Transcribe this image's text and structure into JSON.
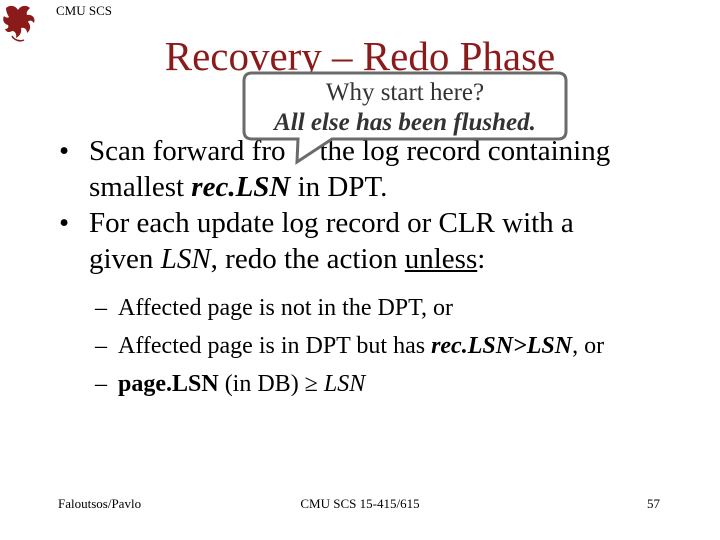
{
  "header": {
    "org": "CMU SCS"
  },
  "slide": {
    "title": "Recovery – Redo Phase",
    "callout": {
      "line1": "Why start here?",
      "line2": "All else has been flushed."
    },
    "bullet1": {
      "text_a": "Scan forward fro",
      "text_b": "the log record containing",
      "text_c": "smallest",
      "term": "rec.LSN",
      "text_d": "in DPT."
    },
    "bullet2": {
      "text_a": "For each update log record or CLR with a",
      "text_b": "given",
      "term": "LSN",
      "text_c": ", redo the action",
      "underline": "unless",
      "colon": ":"
    },
    "sub1": {
      "text": "Affected page is not in the DPT, or"
    },
    "sub2": {
      "text_a": "Affected page is in DPT but has",
      "term": "rec.LSN>LSN",
      "text_b": ", or"
    },
    "sub3": {
      "term": "page.LSN",
      "text_a": "(in DB) ≥",
      "term2": "LSN"
    },
    "bullet_symbol": "•",
    "dash_symbol": "–"
  },
  "footer": {
    "left": "Faloutsos/Pavlo",
    "center": "CMU SCS 15-415/615",
    "page": "57"
  }
}
